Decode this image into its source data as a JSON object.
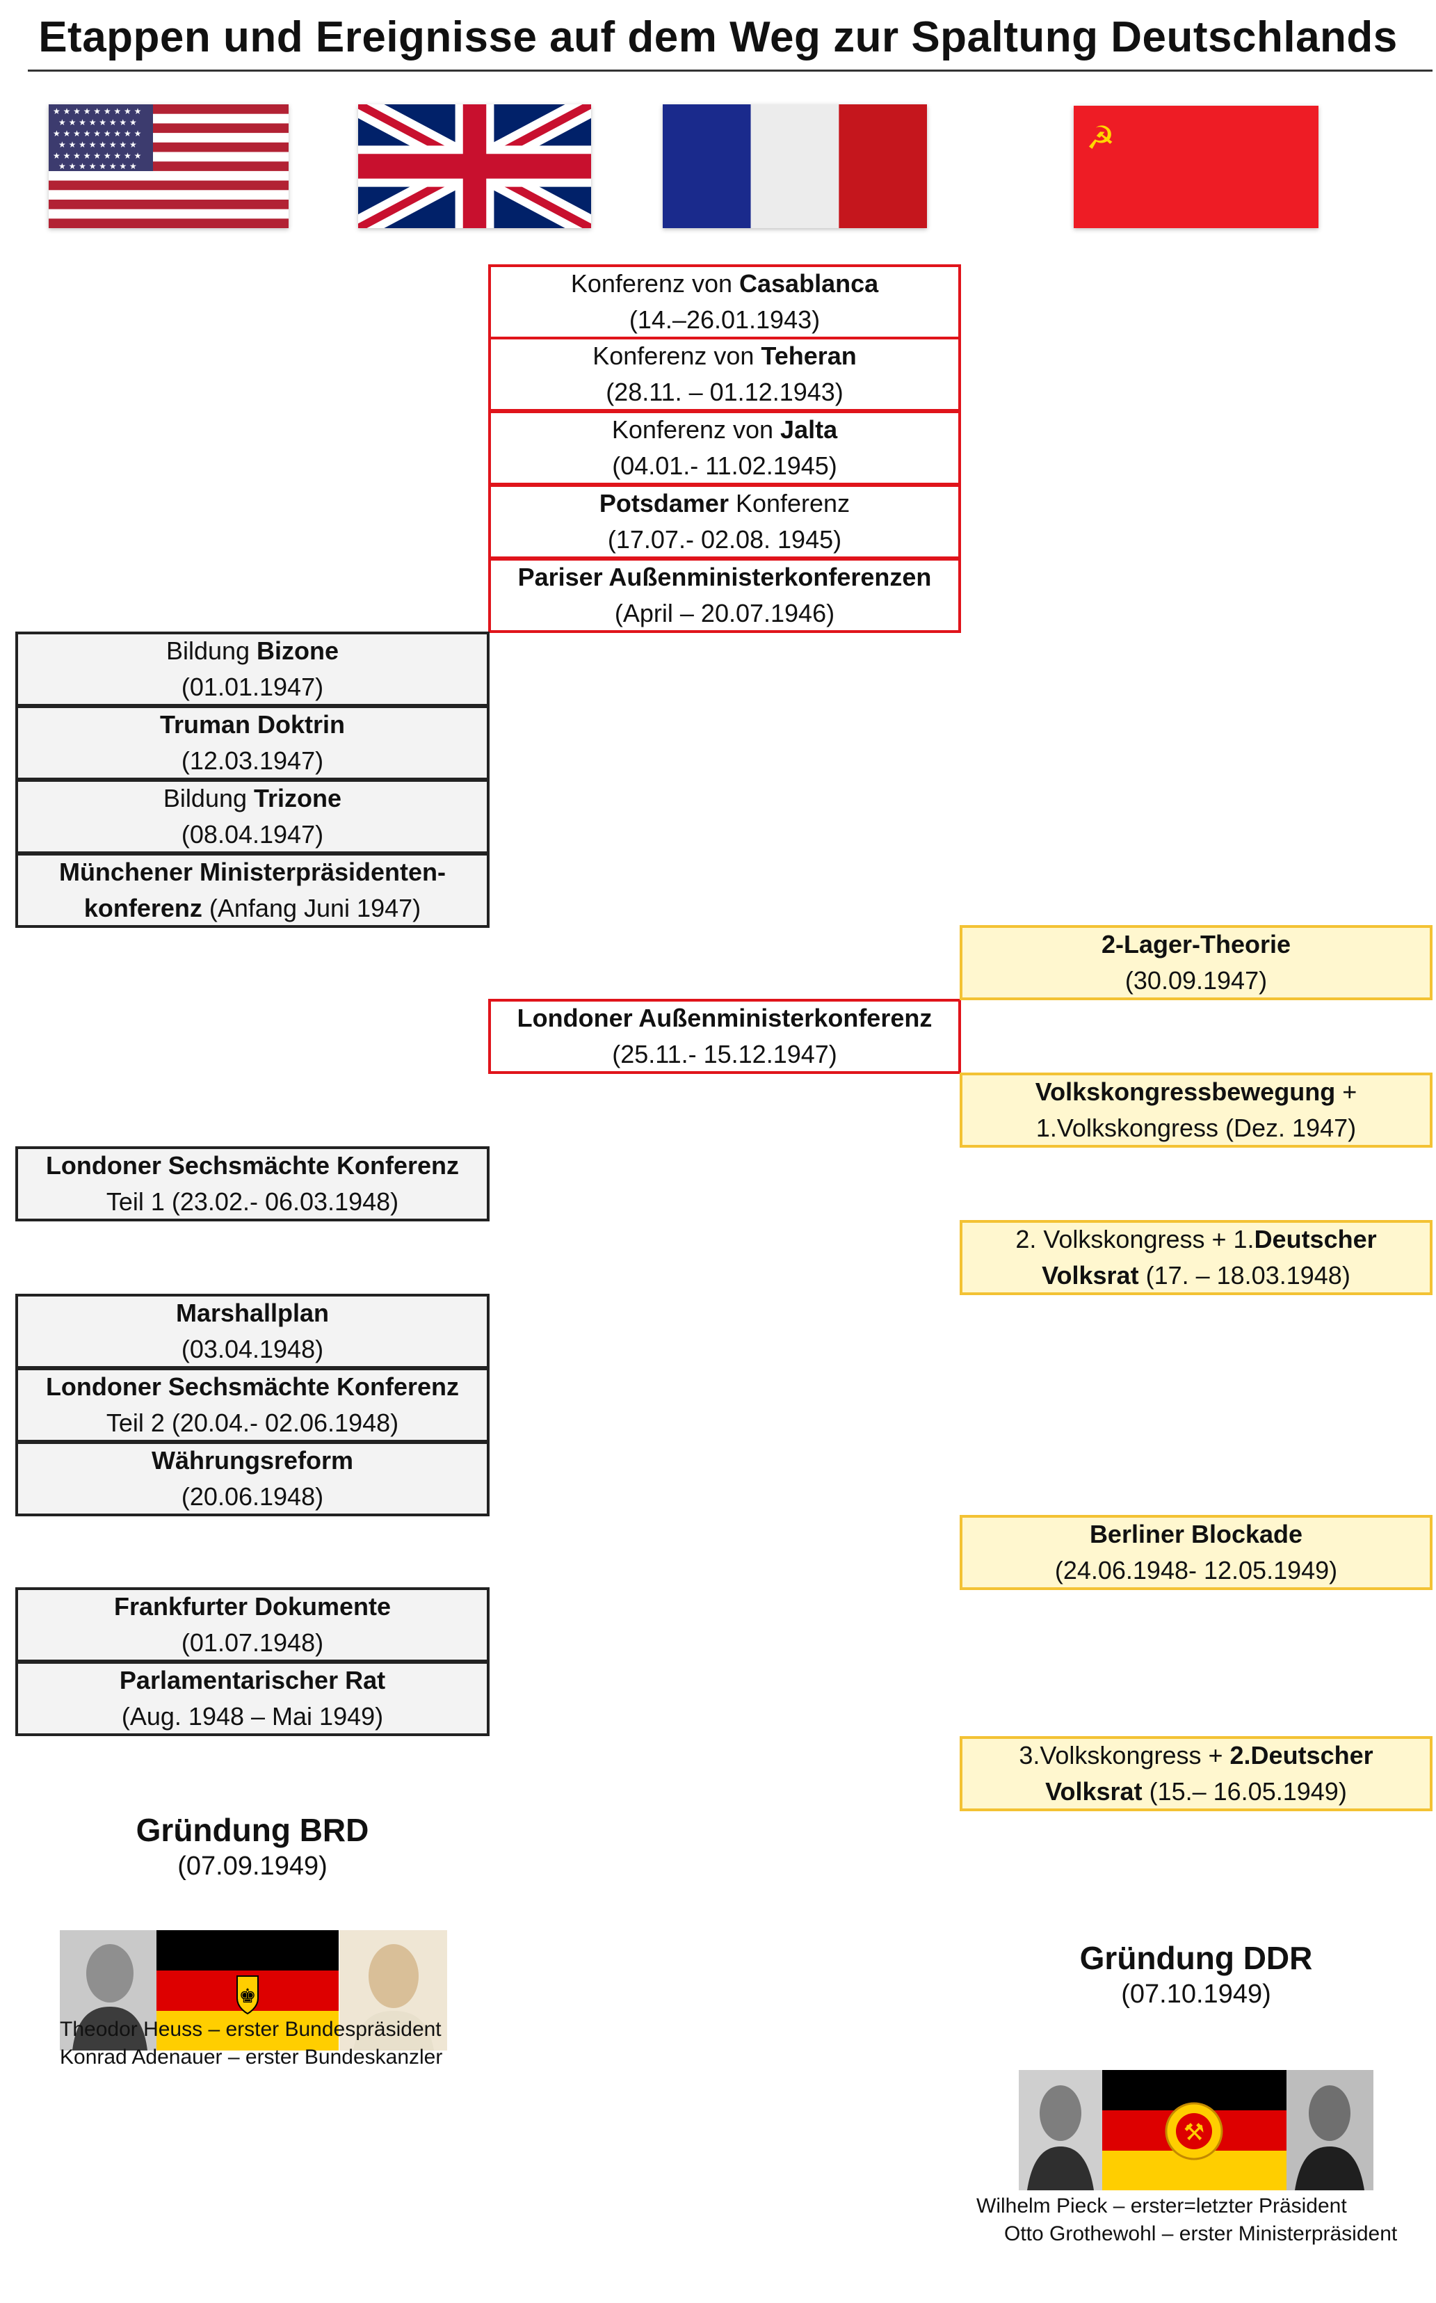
{
  "title": "Etappen und Ereignisse auf dem Weg zur Spaltung Deutschlands",
  "flags": [
    "usa-flag",
    "uk-flag",
    "france-flag",
    "ussr-flag"
  ],
  "allied": [
    {
      "pre": "Konferenz von ",
      "bold": "Casablanca",
      "post": "",
      "date": "(14.–26.01.1943)"
    },
    {
      "pre": "Konferenz von ",
      "bold": "Teheran",
      "post": "",
      "date": "(28.11. – 01.12.1943)"
    },
    {
      "pre": "Konferenz von ",
      "bold": "Jalta",
      "post": "",
      "date": "(04.01.- 11.02.1945)"
    },
    {
      "pre": "",
      "bold": "Potsdamer",
      "post": " Konferenz",
      "date": "(17.07.- 02.08. 1945)"
    },
    {
      "pre": "",
      "bold": "Pariser Außenministerkonferenzen",
      "post": "",
      "date": "(April – 20.07.1946)"
    },
    {
      "pre": "",
      "bold": "Londoner Außenministerkonferenz",
      "post": "",
      "date": "(25.11.- 15.12.1947)"
    }
  ],
  "west": [
    {
      "pre": "Bildung ",
      "bold": "Bizone",
      "date": "(01.01.1947)"
    },
    {
      "pre": "",
      "bold": "Truman Doktrin",
      "date": "(12.03.1947)"
    },
    {
      "pre": "Bildung ",
      "bold": "Trizone",
      "date": "(08.04.1947)"
    },
    {
      "pre": "",
      "bold": "Münchener Ministerpräsidenten-",
      "line2_bold": "konferenz",
      "date": "  (Anfang Juni 1947)"
    },
    {
      "pre": "",
      "bold": "Londoner Sechsmächte Konferenz",
      "date": "Teil 1  (23.02.- 06.03.1948)"
    },
    {
      "pre": "",
      "bold": "Marshallplan",
      "date": "(03.04.1948)"
    },
    {
      "pre": "",
      "bold": "Londoner Sechsmächte Konferenz",
      "date": "Teil 2  (20.04.- 02.06.1948)"
    },
    {
      "pre": "",
      "bold": "Währungsreform",
      "date": "(20.06.1948)"
    },
    {
      "pre": "",
      "bold": "Frankfurter Dokumente",
      "date": "(01.07.1948)"
    },
    {
      "pre": "",
      "bold": "Parlamentarischer Rat",
      "date": "(Aug. 1948 – Mai 1949)"
    }
  ],
  "east": [
    {
      "l1_pre": "",
      "l1_bold": "2-Lager-Theorie",
      "l1_post": "",
      "l2_bold": "",
      "l2_post": "(30.09.1947)"
    },
    {
      "l1_pre": "",
      "l1_bold": "Volkskongressbewegung",
      "l1_post": " +",
      "l2_bold": "",
      "l2_post": "1.Volkskongress   (Dez. 1947)"
    },
    {
      "l1_pre": "2. Volkskongress + 1.",
      "l1_bold": "Deutscher",
      "l1_post": "",
      "l2_bold": "Volksrat",
      "l2_post": "  (17. – 18.03.1948)"
    },
    {
      "l1_pre": "",
      "l1_bold": "Berliner Blockade",
      "l1_post": "",
      "l2_bold": "",
      "l2_post": "(24.06.1948- 12.05.1949)"
    },
    {
      "l1_pre": "3.Volkskongress + ",
      "l1_bold": "2.Deutscher",
      "l1_post": "",
      "l2_bold": "Volksrat",
      "l2_post": " (15.– 16.05.1949)"
    }
  ],
  "brd": {
    "title": "Gründung BRD",
    "date": "(07.09.1949)",
    "caption1": "Theodor Heuss – erster Bundespräsident",
    "caption2": "Konrad Adenauer – erster Bundeskanzler"
  },
  "ddr": {
    "title": "Gründung DDR",
    "date": "(07.10.1949)",
    "caption1": "Wilhelm Pieck – erster=letzter Präsident",
    "caption2": "Otto Grothewohl – erster Ministerpräsident"
  },
  "colors": {
    "us_box": "#f3f3f3",
    "allied_border": "#e0141b",
    "soviet_fill": "#fff7cf",
    "soviet_border": "#f3c234"
  }
}
